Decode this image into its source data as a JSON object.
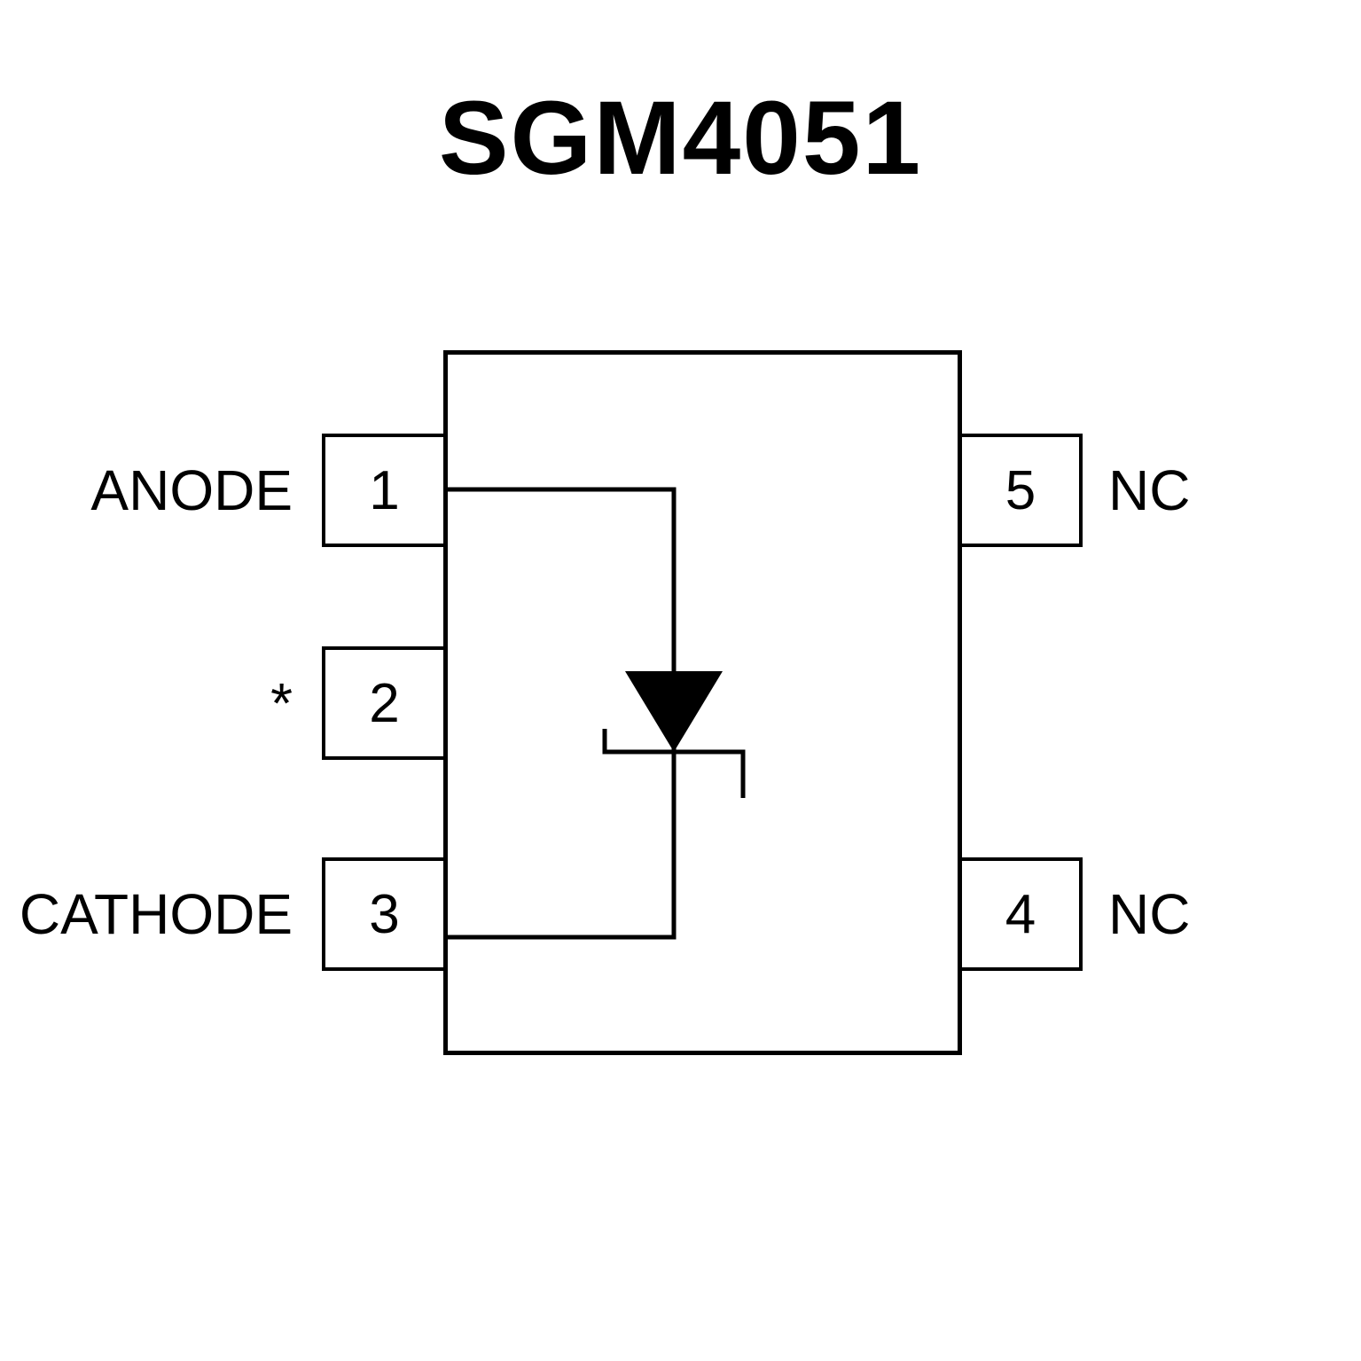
{
  "title": "SGM4051",
  "diagram": {
    "kind": "ic-pinout",
    "internal_symbol": "zener-shunt-diode"
  },
  "pins": {
    "left": [
      {
        "number": "1",
        "label": "ANODE"
      },
      {
        "number": "2",
        "label": "*"
      },
      {
        "number": "3",
        "label": "CATHODE"
      }
    ],
    "right": [
      {
        "number": "5",
        "label": "NC"
      },
      {
        "number": "4",
        "label": "NC"
      }
    ]
  },
  "colors": {
    "ink": "#000000",
    "background": "#ffffff"
  }
}
